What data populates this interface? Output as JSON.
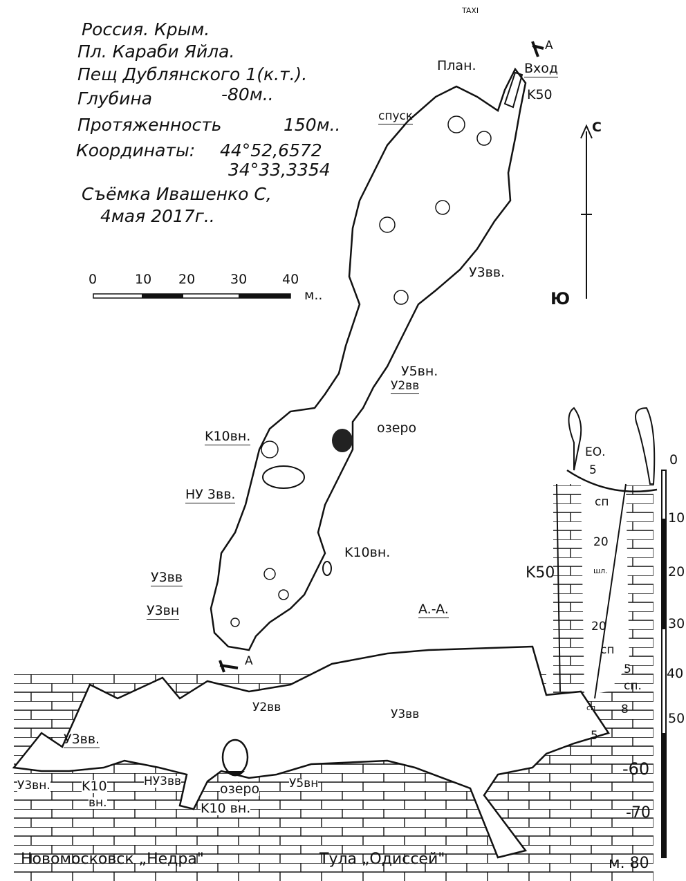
{
  "header": {
    "taxi": "TAXI",
    "lines": [
      "Россия. Крым.",
      "Пл. Караби Яйла.",
      "Пещ Дублянского 1(к.т.).",
      "Глубина",
      "Протяженность",
      "Координаты:",
      "Съёмка Ивашенко С,",
      "4мая 2017г.."
    ],
    "depth": "-80м..",
    "length": "150м..",
    "coord_lat": "44°52,6572",
    "coord_lon": "34°33,3354"
  },
  "scale": {
    "ticks": [
      "0",
      "10",
      "20",
      "30",
      "40"
    ],
    "unit": "м.."
  },
  "compass": {
    "north": "С",
    "south": "Ю"
  },
  "plan": {
    "title": "План.",
    "section_mark": "A",
    "section_mark_bottom": "A",
    "entrance": "Вход",
    "entrance_pit": "K50",
    "labels": [
      "спуск",
      "У3вв.",
      "У5вн.",
      "У2вв",
      "озеро",
      "K10вн.",
      "НУ 3вв.",
      "K10вн.",
      "У3вв",
      "У3вн"
    ]
  },
  "profile": {
    "title": "A.-A.",
    "pit_labels": [
      "ЕО.",
      "5",
      "сп",
      "20",
      "K50",
      "шл.",
      "20",
      "сп",
      "5",
      "сп.",
      "8",
      "сп",
      "5"
    ],
    "depth_ticks": [
      "0",
      "10",
      "20",
      "30",
      "40",
      "50",
      "-60",
      "-70",
      "м. 80"
    ],
    "labels": [
      "У2вв",
      "У3вв",
      "У3вв.",
      "У3вн.",
      "K10",
      "вн.",
      "НУ3вв",
      "озеро",
      "У5вн",
      "K10 вн."
    ]
  },
  "footer": {
    "left": "Новомосковск „Недра\"",
    "right": "Тула „Одиссей\""
  }
}
